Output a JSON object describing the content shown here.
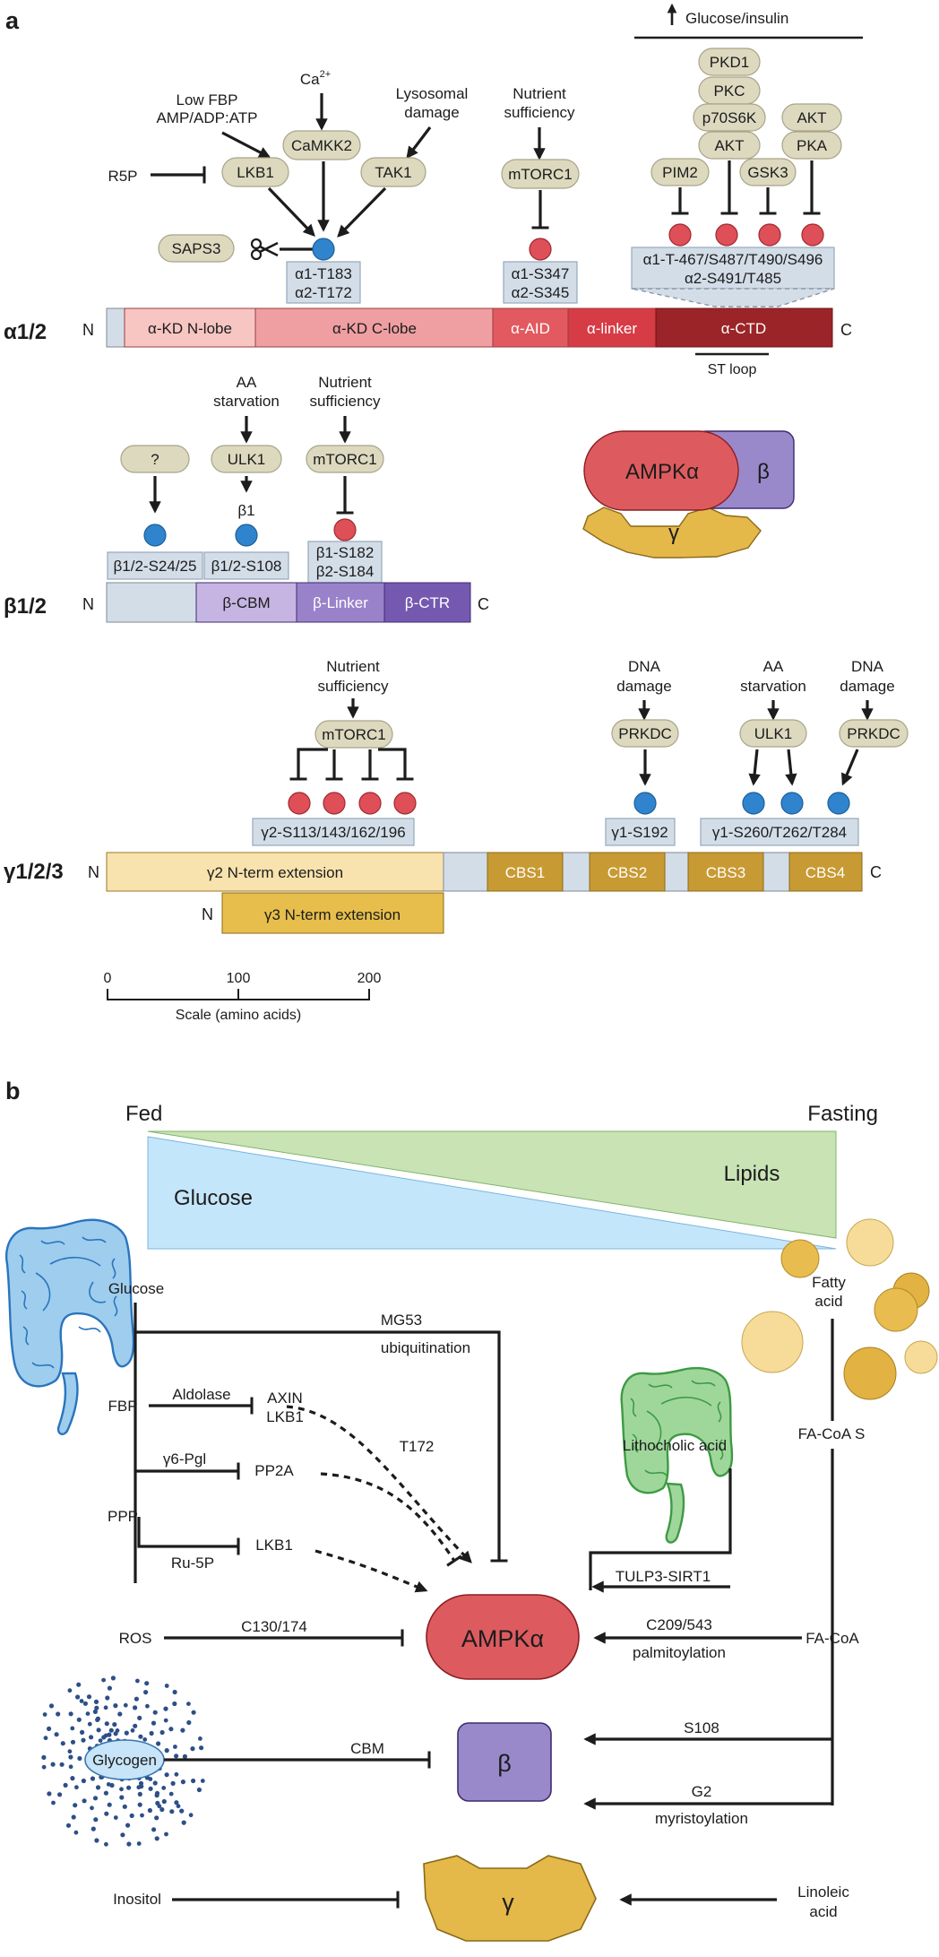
{
  "panel_a": {
    "label": "a",
    "alpha": {
      "name": "α1/2",
      "n_term": "N",
      "c_term": "C",
      "domains": {
        "kd_n": "α-KD N-lobe",
        "kd_c": "α-KD C-lobe",
        "aid": "α-AID",
        "linker": "α-linker",
        "ctd": "α-CTD"
      },
      "st_loop": "ST loop",
      "glucose_insulin": "Glucose/insulin",
      "inputs": {
        "low_fbp_1": "Low FBP",
        "low_fbp_2": "AMP/ADP:ATP",
        "ca": "Ca",
        "ca_sup": "2+",
        "lyso_1": "Lysosomal",
        "lyso_2": "damage",
        "nutr_1": "Nutrient",
        "nutr_2": "sufficiency",
        "r5p": "R5P"
      },
      "kinases": {
        "lkb1": "LKB1",
        "camkk2": "CaMKK2",
        "tak1": "TAK1",
        "saps3": "SAPS3",
        "mtorc1": "mTORC1",
        "pkd1": "PKD1",
        "pkc": "PKC",
        "p70s6k": "p70S6K",
        "akt_a": "AKT",
        "pim2": "PIM2",
        "gsk3": "GSK3",
        "akt_b": "AKT",
        "pka": "PKA"
      },
      "sites": {
        "t183_1": "α1-T183",
        "t183_2": "α2-T172",
        "s347_1": "α1-S347",
        "s347_2": "α2-S345",
        "ctd_1": "α1-T-467/S487/T490/S496",
        "ctd_2": "α2-S491/T485"
      }
    },
    "beta": {
      "name": "β1/2",
      "n_term": "N",
      "c_term": "C",
      "domains": {
        "cbm": "β-CBM",
        "linker": "β-Linker",
        "ctr": "β-CTR"
      },
      "inputs": {
        "aa_1": "AA",
        "aa_2": "starvation",
        "nutr_1": "Nutrient",
        "nutr_2": "sufficiency",
        "beta1": "β1"
      },
      "kinases": {
        "unknown": "?",
        "ulk1": "ULK1",
        "mtorc1": "mTORC1"
      },
      "sites": {
        "s24": "β1/2-S24/25",
        "s108": "β1/2-S108",
        "s182_1": "β1-S182",
        "s182_2": "β2-S184"
      }
    },
    "complex": {
      "alpha": "AMPKα",
      "beta": "β",
      "gamma": "γ"
    },
    "gamma": {
      "name": "γ1/2/3",
      "n_term": "N",
      "n_term_g3": "N",
      "c_term": "C",
      "domains": {
        "g2_ext": "γ2 N-term extension",
        "g3_ext": "γ3 N-term extension",
        "cbs1": "CBS1",
        "cbs2": "CBS2",
        "cbs3": "CBS3",
        "cbs4": "CBS4"
      },
      "inputs": {
        "nutr_1": "Nutrient",
        "nutr_2": "sufficiency",
        "dna_1a": "DNA",
        "dna_1b": "damage",
        "aa_1": "AA",
        "aa_2": "starvation",
        "dna_2a": "DNA",
        "dna_2b": "damage"
      },
      "kinases": {
        "mtorc1": "mTORC1",
        "prkdc_a": "PRKDC",
        "ulk1": "ULK1",
        "prkdc_b": "PRKDC"
      },
      "sites": {
        "g2": "γ2-S113/143/162/196",
        "s192": "γ1-S192",
        "s260": "γ1-S260/T262/T284"
      }
    },
    "scale": {
      "ticks": [
        "0",
        "100",
        "200"
      ],
      "label": "Scale (amino acids)"
    }
  },
  "panel_b": {
    "label": "b",
    "fed": "Fed",
    "fasting": "Fasting",
    "glucose_gradient": "Glucose",
    "lipids_gradient": "Lipids",
    "glucose": "Glucose",
    "fbp": "FBP",
    "ppp": "PPP",
    "aldolase": "Aldolase",
    "axin": "AXIN",
    "lkb1_axin": "LKB1",
    "mg53": "MG53",
    "ubiquitination": "ubiquitination",
    "t172": "T172",
    "g6pgl": "γ6-Pgl",
    "pp2a": "PP2A",
    "ru5p": "Ru-5P",
    "lkb1_ppp": "LKB1",
    "ros": "ROS",
    "c130": "C130/174",
    "ampk": "AMPKα",
    "fatty_acid_1": "Fatty",
    "fatty_acid_2": "acid",
    "fa_coa_s": "FA-CoA S",
    "lithocholic": "Lithocholic acid",
    "tulp3": "TULP3-SIRT1",
    "fa_coa": "FA-CoA",
    "c209": "C209/543",
    "palmitoylation": "palmitoylation",
    "glycogen": "Glycogen",
    "cbm": "CBM",
    "beta": "β",
    "s108": "S108",
    "g2": "G2",
    "myristoylation": "myristoylation",
    "inositol": "Inositol",
    "gamma": "γ",
    "linoleic_1": "Linoleic",
    "linoleic_2": "acid"
  },
  "colors": {
    "kd_n": "#f7c6c2",
    "kd_c": "#ef9fa2",
    "aid": "#e25a5f",
    "linker_a": "#d63c45",
    "ctd": "#9b2428",
    "beta_light": "#c6b5e2",
    "beta_mid": "#9a82cb",
    "beta_dark": "#7559b0",
    "g2_ext": "#f8e2ad",
    "g3_ext": "#e7be4c",
    "cbs": "#c89a33",
    "spacer": "#d3dde8",
    "ampk_red": "#dd5b5f",
    "beta_purple": "#9989cb",
    "gamma_gold": "#e4b94a",
    "glucose_blue": "#c4e6fa",
    "lipids_green": "#c9e3b5",
    "glycogen": "#c7e4f8"
  }
}
